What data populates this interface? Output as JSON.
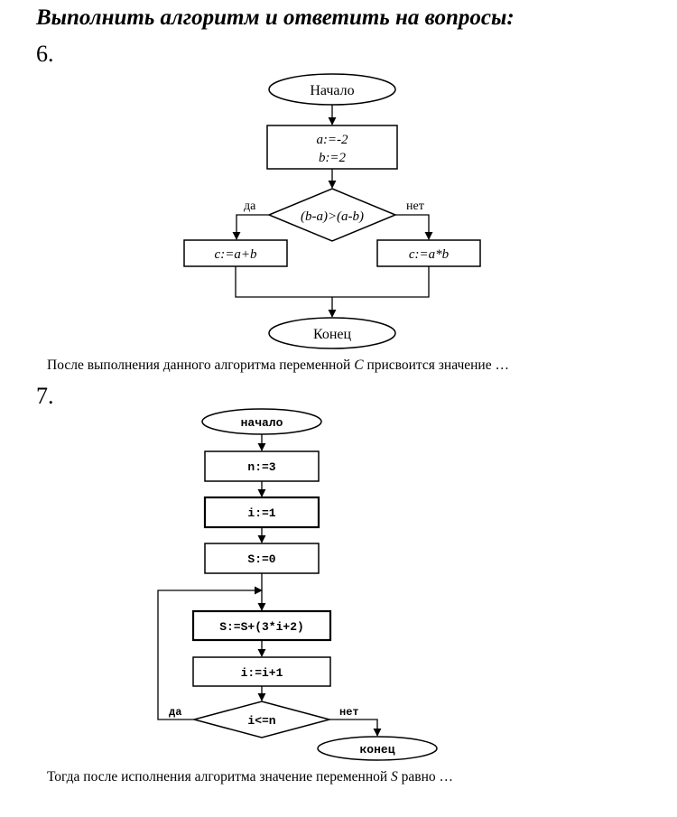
{
  "heading": "Выполнить алгоритм и ответить на вопросы:",
  "task6": {
    "number": "6.",
    "start": "Начало",
    "assign_a": "a:=-2",
    "assign_b": "b:=2",
    "condition": "(b-a)>(a-b)",
    "yes": "да",
    "no": "нет",
    "branch_yes": "c:=a+b",
    "branch_no": "c:=a*b",
    "end": "Конец",
    "question_pre": "После выполнения данного алгоритма переменной ",
    "question_var": "C",
    "question_post": " присвоится значение …"
  },
  "task7": {
    "number": "7.",
    "start": "начало",
    "n_assign": "n:=3",
    "i_assign": "i:=1",
    "s_assign": "S:=0",
    "s_update": "S:=S+(3*i+2)",
    "i_update": "i:=i+1",
    "condition": "i<=n",
    "yes": "да",
    "no": "нет",
    "end": "конец",
    "question_pre": "Тогда после исполнения алгоритма  значение переменной ",
    "question_var": "S",
    "question_post": " равно …"
  }
}
